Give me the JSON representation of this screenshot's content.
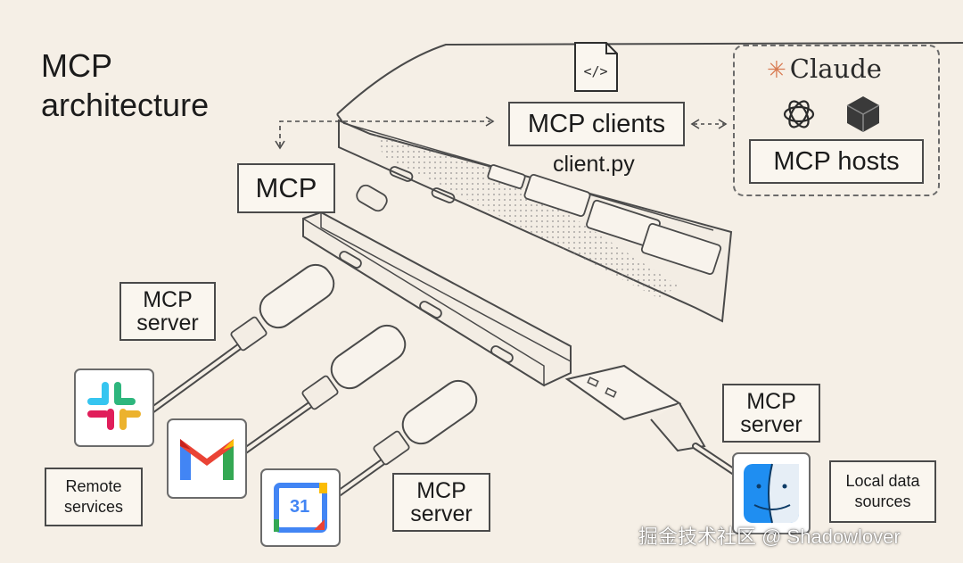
{
  "title": {
    "line1": "MCP",
    "line2": "architecture"
  },
  "labels": {
    "mcp_clients": "MCP clients",
    "client_file": "client.py",
    "mcp": "MCP",
    "mcp_hosts": "MCP hosts",
    "claude": "Claude",
    "mcp_server_1": [
      "MCP",
      "server"
    ],
    "mcp_server_2": [
      "MCP",
      "server"
    ],
    "mcp_server_3": [
      "MCP",
      "server"
    ],
    "remote_services": [
      "Remote",
      "services"
    ],
    "local_data_sources": [
      "Local data",
      "sources"
    ],
    "calendar_day": "31"
  },
  "watermark": "掘金技术社区 @ Shadowlover",
  "colors": {
    "background": "#f5efe6",
    "claude_accent": "#d87b52",
    "line": "#4a4a4a"
  },
  "icons": [
    "code-file-icon",
    "claude-logo-icon",
    "openai-logo-icon",
    "cube-logo-icon",
    "slack-icon",
    "gmail-icon",
    "google-calendar-icon",
    "finder-icon"
  ]
}
